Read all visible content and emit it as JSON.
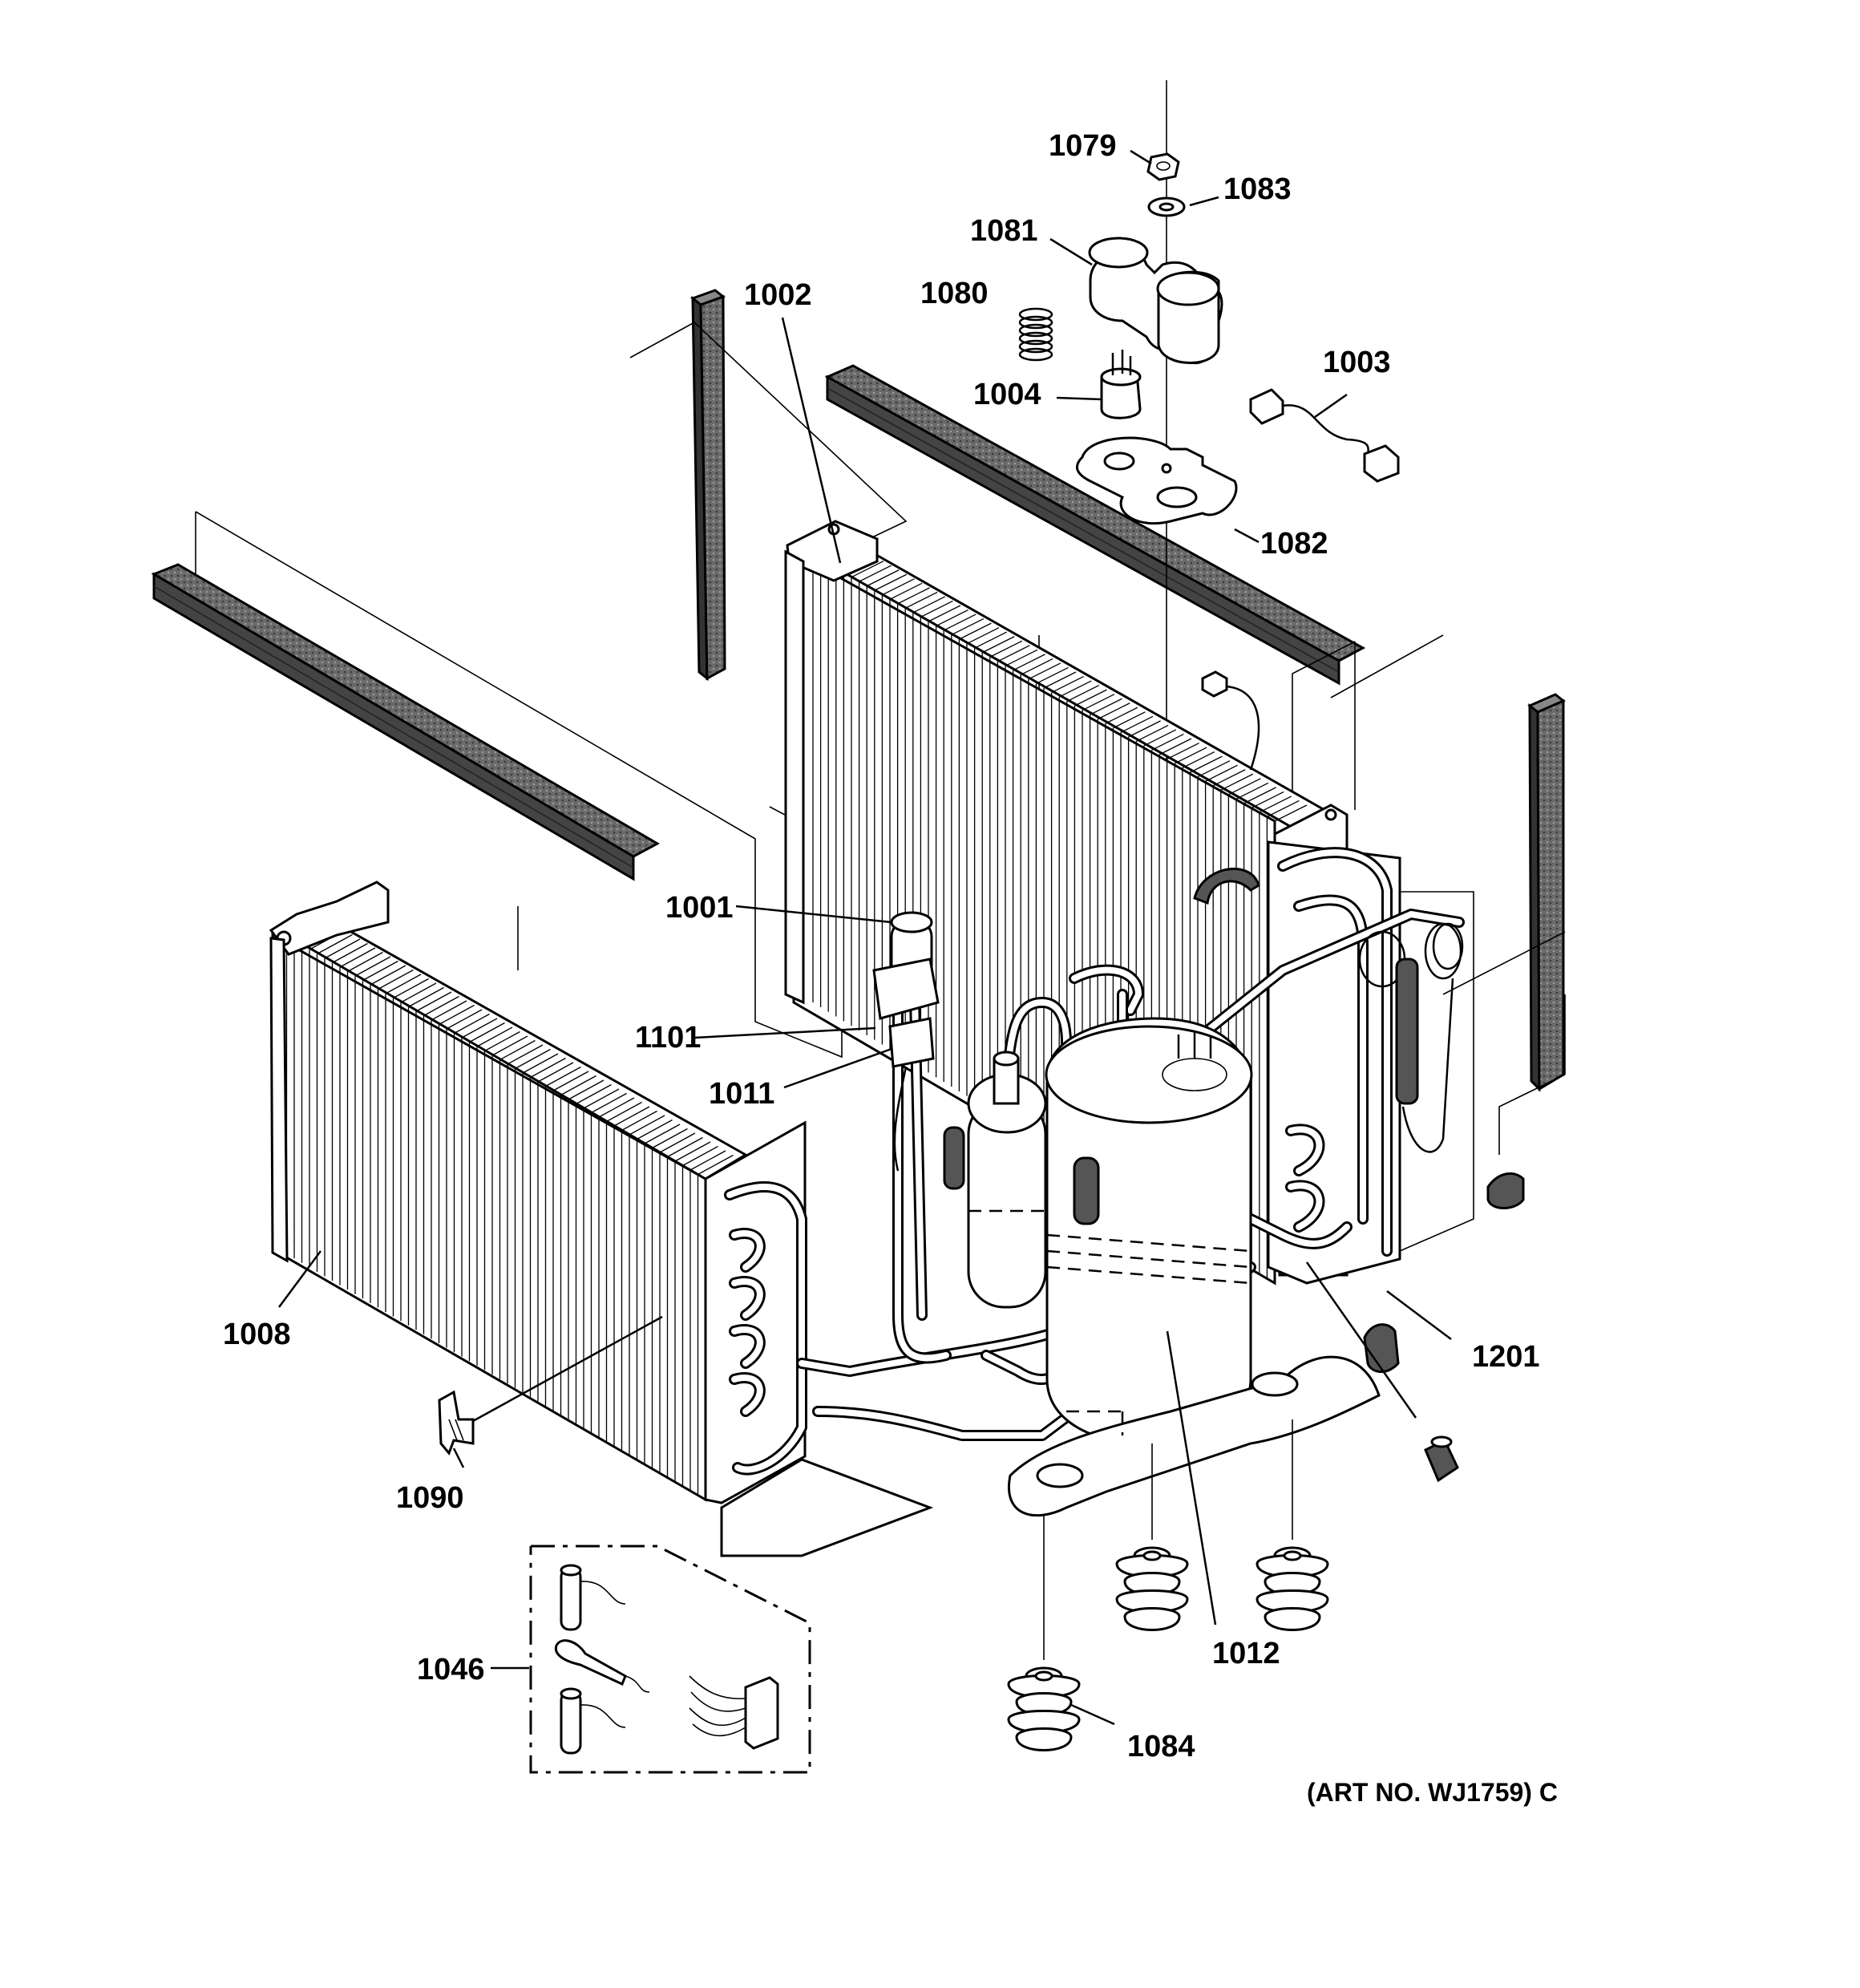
{
  "diagram": {
    "labels": {
      "p1079": "1079",
      "p1083": "1083",
      "p1081": "1081",
      "p1080": "1080",
      "p1002": "1002",
      "p1004": "1004",
      "p1003": "1003",
      "p1082": "1082",
      "p1001": "1001",
      "p1101": "1101",
      "p1011": "1011",
      "p1008": "1008",
      "p1201": "1201",
      "p1090": "1090",
      "p1012": "1012",
      "p1046": "1046",
      "p1084": "1084"
    },
    "art_number": "(ART NO. WJ1759) C"
  }
}
